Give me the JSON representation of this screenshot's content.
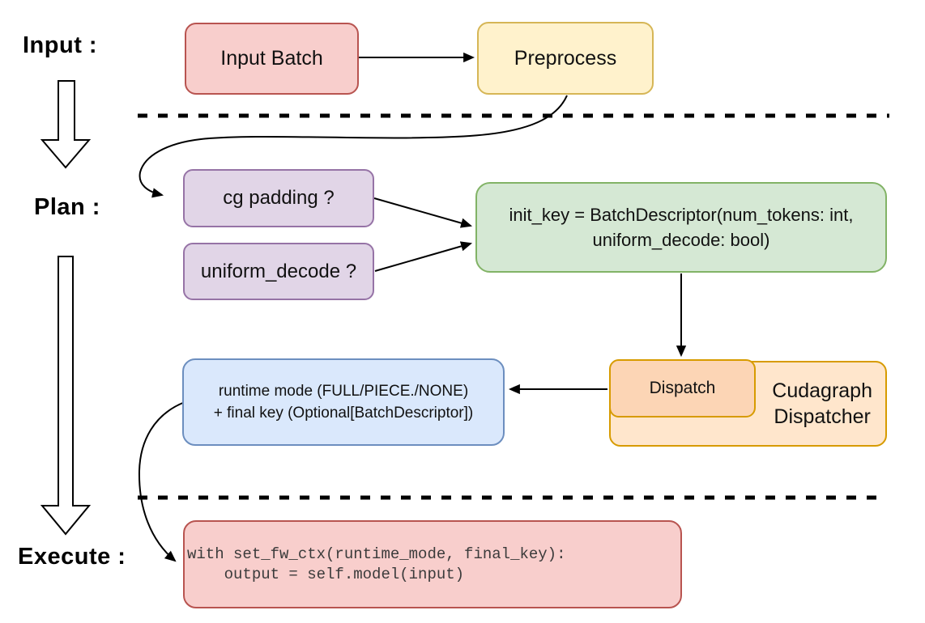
{
  "stage_labels": {
    "input": "Input :",
    "plan": "Plan :",
    "execute": "Execute :"
  },
  "nodes": {
    "input_batch": {
      "label": "Input Batch"
    },
    "preprocess": {
      "label": "Preprocess"
    },
    "cg_padding": {
      "label": "cg padding ?"
    },
    "uniform_decode": {
      "label": "uniform_decode ?"
    },
    "init_key": {
      "line1": "init_key = BatchDescriptor(num_tokens: int,",
      "line2": "uniform_decode: bool)"
    },
    "dispatch": {
      "label": "Dispatch"
    },
    "cudagraph_dispatcher": {
      "line1": "Cudagraph",
      "line2": "Dispatcher"
    },
    "runtime_mode": {
      "line1": "runtime mode (FULL/PIECE./NONE)",
      "line2": "+ final key (Optional[BatchDescriptor])"
    },
    "execute_code": {
      "code": "with set_fw_ctx(runtime_mode, final_key):\n    output = self.model(input)"
    }
  },
  "colors": {
    "red_fill": "#f8cecc",
    "red_stroke": "#b85450",
    "yellow_fill": "#fff2cc",
    "yellow_stroke": "#d6b656",
    "purple_fill": "#e1d5e7",
    "purple_stroke": "#9673a6",
    "green_fill": "#d5e8d4",
    "green_stroke": "#82b366",
    "blue_fill": "#dae8fc",
    "blue_stroke": "#6c8ebf",
    "orange_fill": "#ffe6cc",
    "orange_stroke": "#d79b00",
    "dispatch_fill": "#fcd5b5",
    "code_text": "#3b3b3b",
    "line_color": "#000000"
  }
}
